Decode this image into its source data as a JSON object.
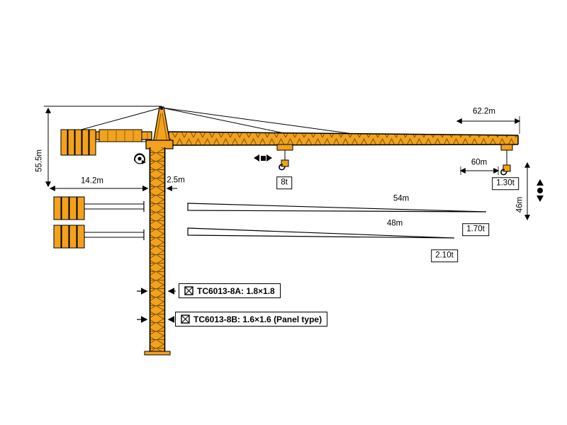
{
  "meta": {
    "kind": "tower-crane-dimension-diagram",
    "background": "#ffffff"
  },
  "colors": {
    "crane": "#F2A21D",
    "lattice": "#7c5403",
    "outline": "#000000",
    "paper": "#ffffff"
  },
  "dimensions": {
    "jib_length": "62.2m",
    "tower_height": "55.5m",
    "counterjib_radius": "14.2m",
    "mast_width": "2.5m",
    "radius_60": "60m",
    "hook_travel": "46m",
    "radius_54": "54m",
    "radius_48": "48m"
  },
  "loads": {
    "max_capacity": "8t",
    "tip_load_60": "1.30t",
    "tip_load_54": "1.70t",
    "tip_load_48": "2.10t"
  },
  "models": {
    "a": "TC6013-8A: 1.8×1.8",
    "b": "TC6013-8B: 1.6×1.6 (Panel type)"
  },
  "icons": {
    "slewing_icon": "circular rotation arrow with centre dot",
    "trolley_travel_icon": "left-right arrows with trolley block",
    "hook_travel_icon": "up-down arrows with dot",
    "mast_section_icon": "square lattice cross-section"
  }
}
